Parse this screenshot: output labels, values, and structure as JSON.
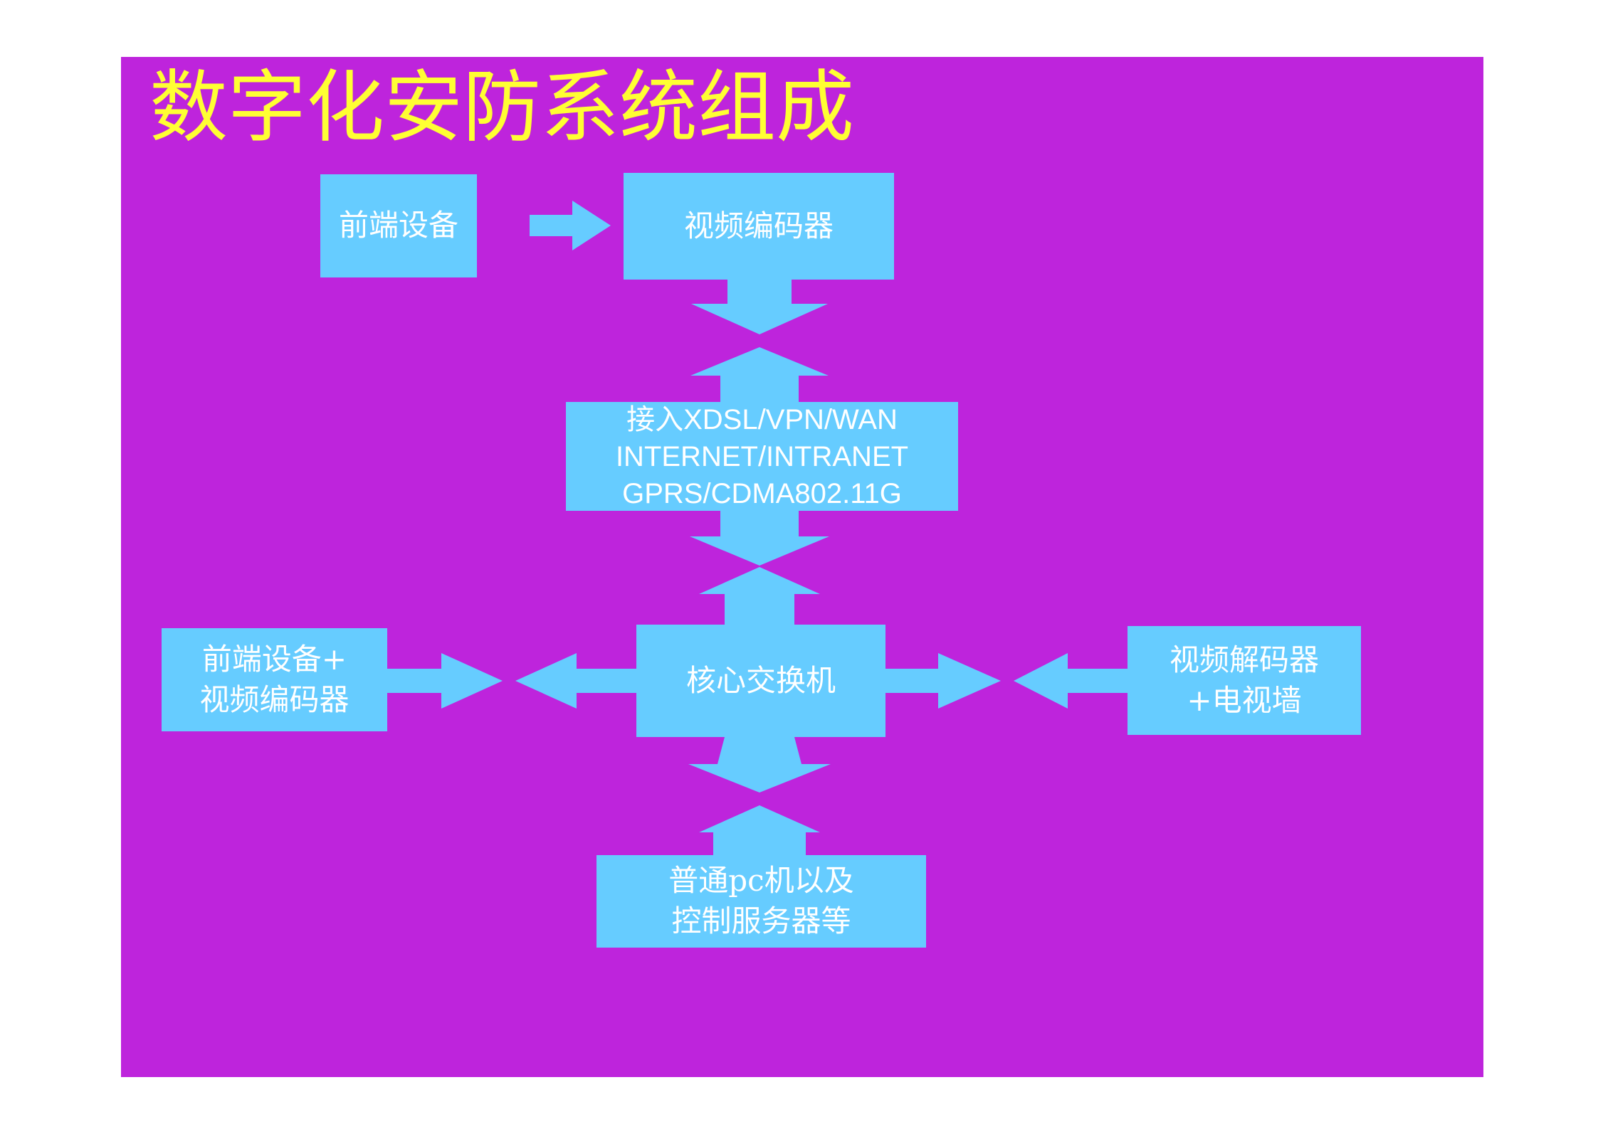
{
  "title": "数字化安防系统组成",
  "colors": {
    "background": "#be24dc",
    "title": "#ffff33",
    "box": "#66ccff",
    "box_text": "#ffffff"
  },
  "nodes": {
    "front_device": {
      "lines": [
        "前端设备"
      ]
    },
    "video_encoder": {
      "lines": [
        "视频编码器"
      ]
    },
    "network": {
      "lines": [
        "接入XDSL/VPN/WAN",
        "INTERNET/INTRANET",
        "GPRS/CDMA802.11G"
      ]
    },
    "core_switch": {
      "lines": [
        "核心交换机"
      ]
    },
    "front_device_encoder": {
      "lines": [
        "前端设备+",
        "视频编码器"
      ]
    },
    "video_decoder_wall": {
      "lines": [
        "视频解码器",
        "+电视墙"
      ]
    },
    "pc_servers": {
      "lines": [
        "普通pc机以及",
        "控制服务器等"
      ]
    }
  }
}
